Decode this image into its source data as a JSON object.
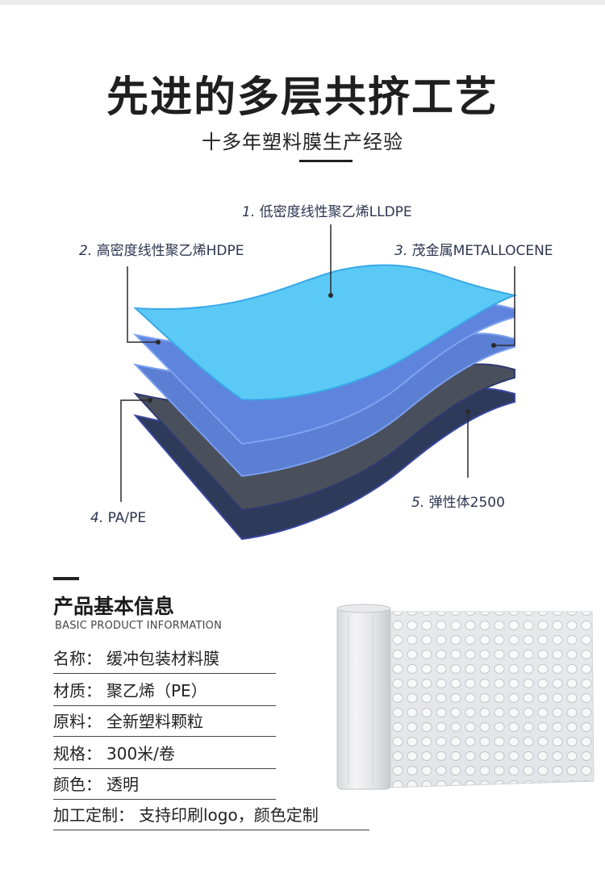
{
  "header": {
    "title": "先进的多层共挤工艺",
    "subtitle": "十多年塑料膜生产经验"
  },
  "layers": [
    {
      "num": "1.",
      "name": "低密度线性聚乙烯LLDPE"
    },
    {
      "num": "2.",
      "name": "高密度线性聚乙烯HDPE"
    },
    {
      "num": "3.",
      "name": "茂金属METALLOCENE"
    },
    {
      "num": "4.",
      "name": "PA/PE"
    },
    {
      "num": "5.",
      "name": "弹性体2500"
    }
  ],
  "colors": {
    "layer_top": "#5bc9f5",
    "layer_mid1": "#5f84dd",
    "layer_mid2": "#5b7fd2",
    "layer_gray": "#4a4f5c",
    "layer_navy": "#2e3a5a"
  },
  "section": {
    "title": "产品基本信息",
    "subtitle_en": "BASIC PRODUCT INFORMATION"
  },
  "specs": [
    {
      "key": "名称",
      "value": "缓冲包装材料膜"
    },
    {
      "key": "材质",
      "value": "聚乙烯（PE）"
    },
    {
      "key": "原料",
      "value": "全新塑料颗粒"
    },
    {
      "key": "规格",
      "value": "300米/卷"
    },
    {
      "key": "颜色",
      "value": "透明"
    },
    {
      "key": "加工定制",
      "value": "支持印刷logo，颜色定制"
    }
  ],
  "spec_separator": "："
}
